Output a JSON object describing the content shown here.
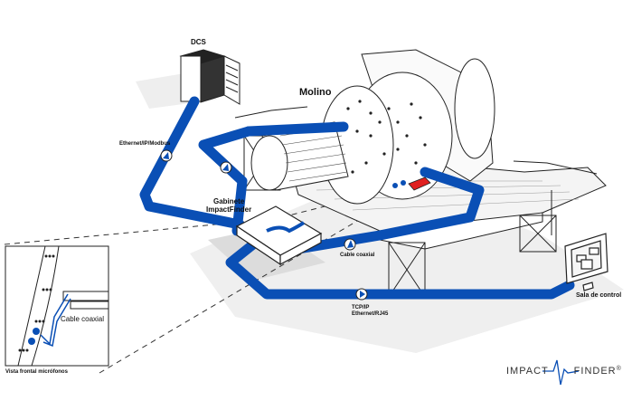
{
  "colors": {
    "cable": "#0a4fb5",
    "alert_red": "#e02020",
    "line": "#222222",
    "shadow": "#e8e8e8"
  },
  "labels": {
    "dcs": "DCS",
    "molino": "Molino",
    "ethernet_modbus": "Ethernet/IP/Modbus",
    "gabinete_line1": "Gabinete",
    "gabinete_line2": "ImpactFinder",
    "cable_coaxial_main": "Cable coaxial",
    "tcpip_line1": "TCP/IP",
    "tcpip_line2": "Ethernet/RJ45",
    "sala_control": "Sala de control",
    "inset_cable_coaxial": "Cable coaxial",
    "inset_caption": "Vista frontal micrófonos"
  },
  "logo": {
    "left": "IMPACT",
    "right": "FINDER",
    "registered": "®"
  },
  "icons": {
    "flow_arrow": "direction-arrow-icon",
    "server": "server-rack-icon",
    "monitor": "monitor-icon",
    "cabinet": "cabinet-icon",
    "microphone": "microphone-icon"
  }
}
